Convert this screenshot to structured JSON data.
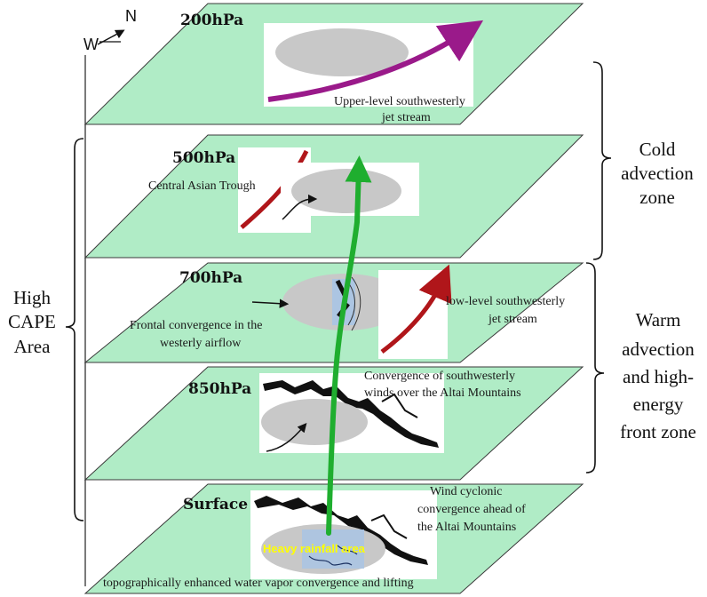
{
  "colors": {
    "plane_fill": "#b0ecc6",
    "plane_stroke": "#3a3a3a",
    "ellipse_fill": "#c8c8c8",
    "upper_jet": "#9a1a8a",
    "trough": "#b0161a",
    "low_jet": "#b0161a",
    "updraft": "#1fae2f",
    "rain_label": "#ffff00",
    "rain_area": "#a9c4e4"
  },
  "compass": {
    "north": "N",
    "west": "W"
  },
  "levels": {
    "hpa200": "200hPa",
    "hpa500": "500hPa",
    "hpa700": "700hPa",
    "hpa850": "850hPa",
    "surface": "Surface"
  },
  "annotations": {
    "upper_jet_1": "Upper-level southwesterly",
    "upper_jet_2": "jet stream",
    "trough": "Central Asian Trough",
    "frontal_1": "Frontal convergence in the",
    "frontal_2": "westerly airflow",
    "low_jet_1": "low-level southwesterly",
    "low_jet_2": "jet stream",
    "altai_conv_1": "Convergence of southwesterly",
    "altai_conv_2": "winds over the Altai Mountains",
    "cyclonic_1": "Wind cyclonic",
    "cyclonic_2": "convergence ahead of",
    "cyclonic_3": "the Altai Mountains",
    "heavy_rain": "Heavy rainfall area",
    "bottom": "topographically enhanced water vapor convergence and lifting"
  },
  "zones": {
    "cold_1": "Cold",
    "cold_2": "advection",
    "cold_3": "zone",
    "warm_1": "Warm",
    "warm_2": "advection",
    "warm_3": "and high-",
    "warm_4": "energy",
    "warm_5": "front zone",
    "cape_1": "High",
    "cape_2": "CAPE",
    "cape_3": "Area"
  }
}
